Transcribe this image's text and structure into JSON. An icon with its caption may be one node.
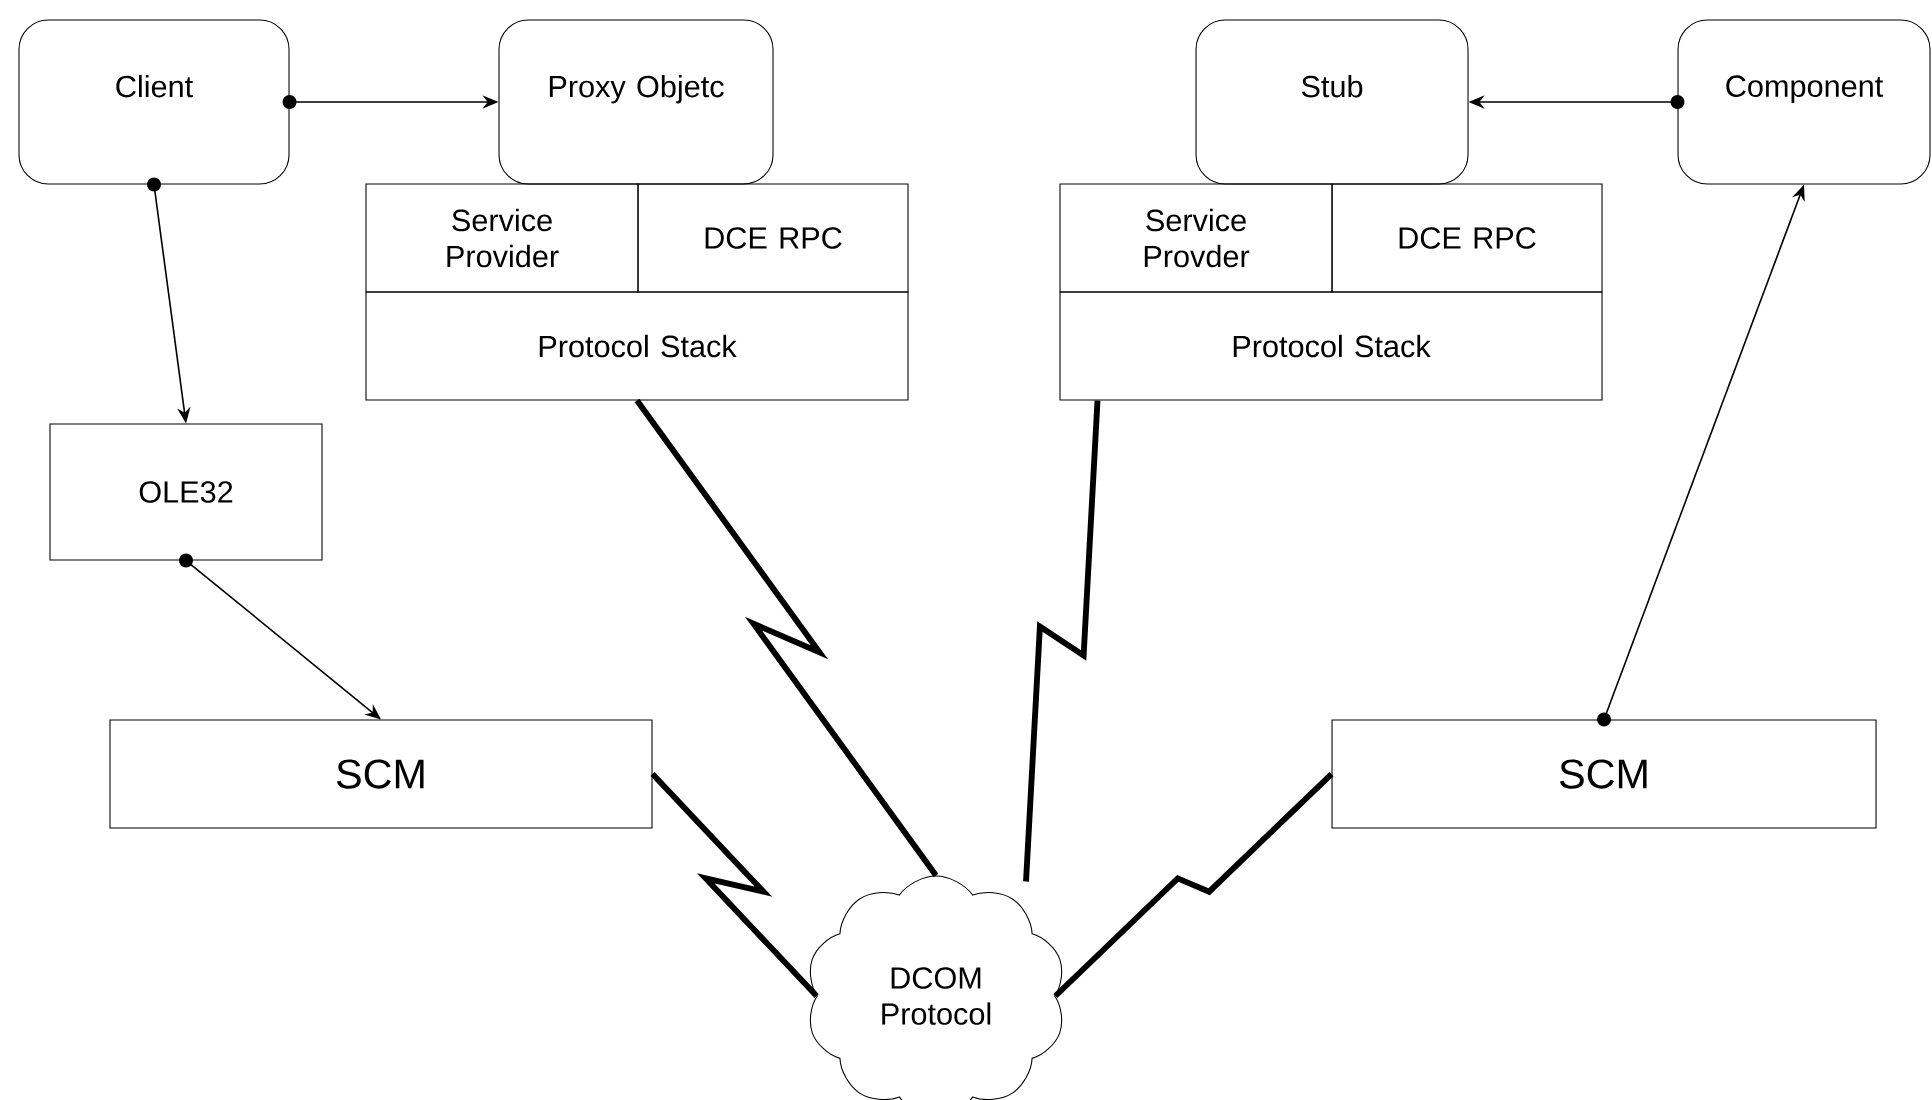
{
  "diagram": {
    "nodes": [
      {
        "text": [
          "Client"
        ]
      },
      {
        "text": [
          "Proxy Objetc"
        ]
      },
      {
        "text": [
          "Service Provider"
        ]
      },
      {
        "text": [
          "DCE RPC"
        ]
      },
      {
        "text": [
          "Protocol Stack"
        ]
      },
      {
        "text": [
          "Stub"
        ]
      },
      {
        "text": [
          "Component"
        ]
      },
      {
        "text": [
          "Service Provder"
        ]
      },
      {
        "text": [
          "DCE RPC"
        ]
      },
      {
        "text": [
          "Protocol Stack"
        ]
      },
      {
        "text": [
          "OLE32"
        ]
      },
      {
        "text": [
          "SCM"
        ]
      },
      {
        "text": [
          "SCM"
        ]
      },
      {
        "text": [
          "DCOM Protocol"
        ]
      }
    ],
    "edges": [
      {
        "from": 0,
        "to": 1,
        "arrow": "to"
      },
      {
        "from": 0,
        "to": 10,
        "arrow": "to"
      },
      {
        "from": 10,
        "to": 11,
        "arrow": "to"
      },
      {
        "from": 6,
        "to": 5,
        "arrow": "to"
      },
      {
        "from": 12,
        "to": 6,
        "arrow": "to"
      },
      {
        "from": 4,
        "to": 13,
        "arrow": "none",
        "style": "thick"
      },
      {
        "from": 11,
        "to": 13,
        "arrow": "none",
        "style": "thick"
      },
      {
        "from": 9,
        "to": 13,
        "arrow": "none",
        "style": "thick"
      },
      {
        "from": 12,
        "to": 13,
        "arrow": "none",
        "style": "thick"
      }
    ]
  }
}
